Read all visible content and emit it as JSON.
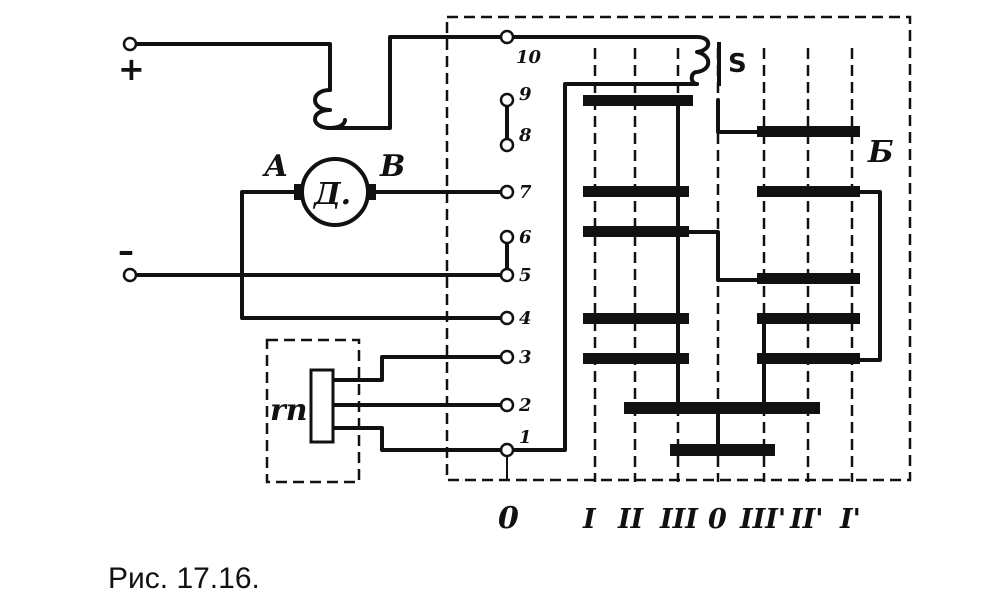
{
  "source": {
    "plus_label": "+",
    "minus_label": "–"
  },
  "motor": {
    "label": "Д.",
    "terminal_a": "А",
    "terminal_b": "В"
  },
  "switch_s": "S",
  "drum_label": "Б",
  "rheostat_label": "rп",
  "terminals": [
    "0",
    "1",
    "2",
    "3",
    "4",
    "5",
    "6",
    "7",
    "8",
    "9",
    "10"
  ],
  "positions": [
    "I",
    "II",
    "III",
    "0",
    "III'",
    "II'",
    "I'"
  ],
  "caption": "Рис. 17.16."
}
